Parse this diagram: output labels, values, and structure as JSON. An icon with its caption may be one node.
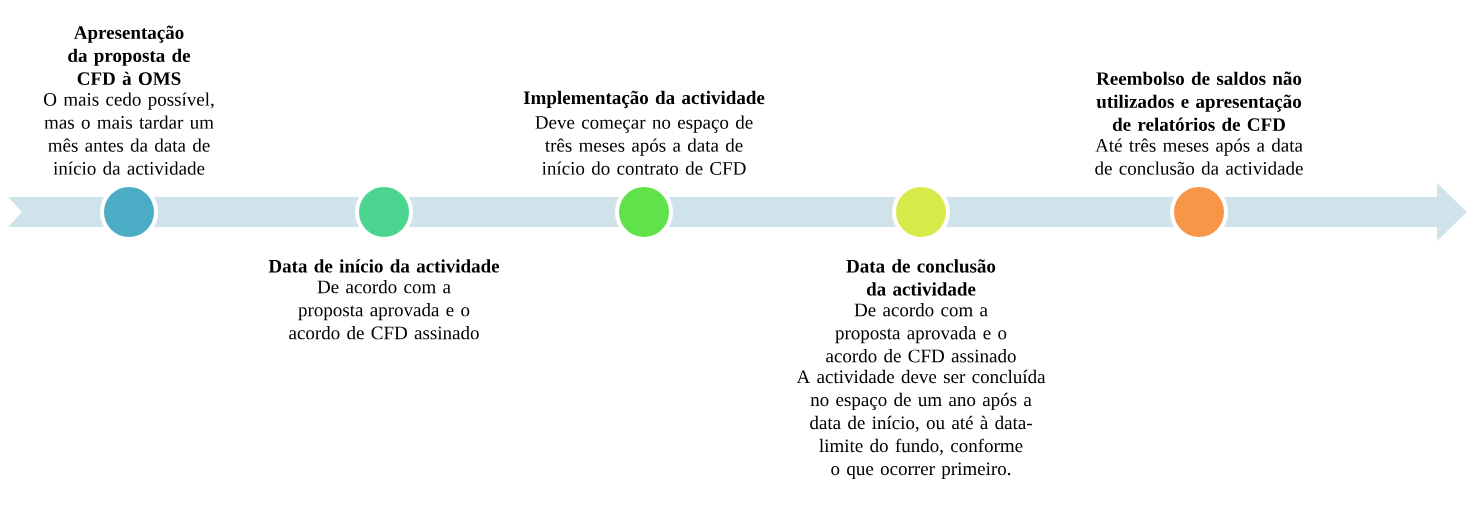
{
  "diagram": {
    "nodes": [
      {
        "text": [],
        "shape": "circle",
        "beside": [
          "Apresentação da proposta de CFD à OMS",
          "O mais cedo possível, mas o mais tardar um mês antes da data de início da actividade"
        ]
      },
      {
        "text": [],
        "shape": "circle",
        "beside": [
          "Data de início da actividade",
          "De acordo com a proposta aprovada e o acordo de CFD assinado"
        ]
      },
      {
        "text": [],
        "shape": "circle",
        "beside": [
          "Implementação da actividade",
          "Deve começar no espaço de três meses após a data de início do contrato de CFD"
        ]
      },
      {
        "text": [],
        "shape": "circle",
        "beside": [
          "Data de conclusão da actividade",
          "De acordo com a proposta aprovada e o acordo de CFD assinado",
          "A actividade deve ser concluída no espaço de um ano após a data de início, ou até à data-limite do fundo, conforme o que ocorrer primeiro."
        ]
      },
      {
        "text": [],
        "shape": "circle",
        "beside": [
          "Reembolso de saldos não utilizados e apresentação de relatórios de CFD",
          "Até três meses após a data de conclusão da actividade"
        ]
      }
    ]
  }
}
